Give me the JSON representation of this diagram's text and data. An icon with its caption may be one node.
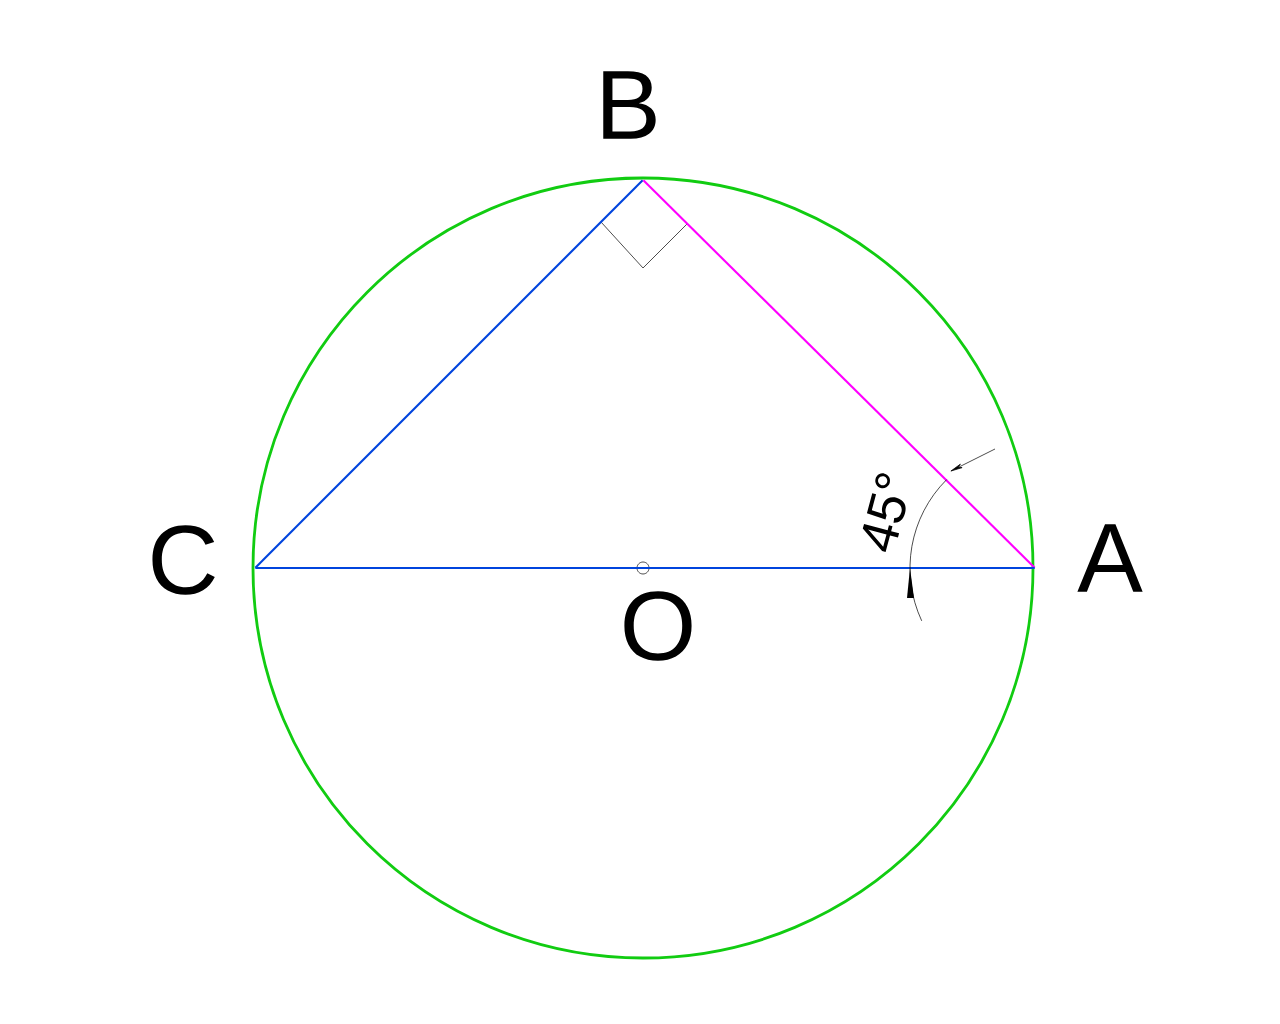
{
  "diagram": {
    "nodes": [
      {
        "text": [
          "B"
        ]
      },
      {
        "text": [
          "C"
        ]
      },
      {
        "text": [
          "A"
        ]
      },
      {
        "text": [
          "O"
        ]
      }
    ],
    "edges": [
      {
        "from": 1,
        "to": 0,
        "arrow": "none"
      },
      {
        "from": 0,
        "to": 2,
        "arrow": "none",
        "color": "#ff00ff"
      },
      {
        "from": 1,
        "to": 2,
        "arrow": "none"
      }
    ],
    "labels": [
      "45°"
    ]
  }
}
